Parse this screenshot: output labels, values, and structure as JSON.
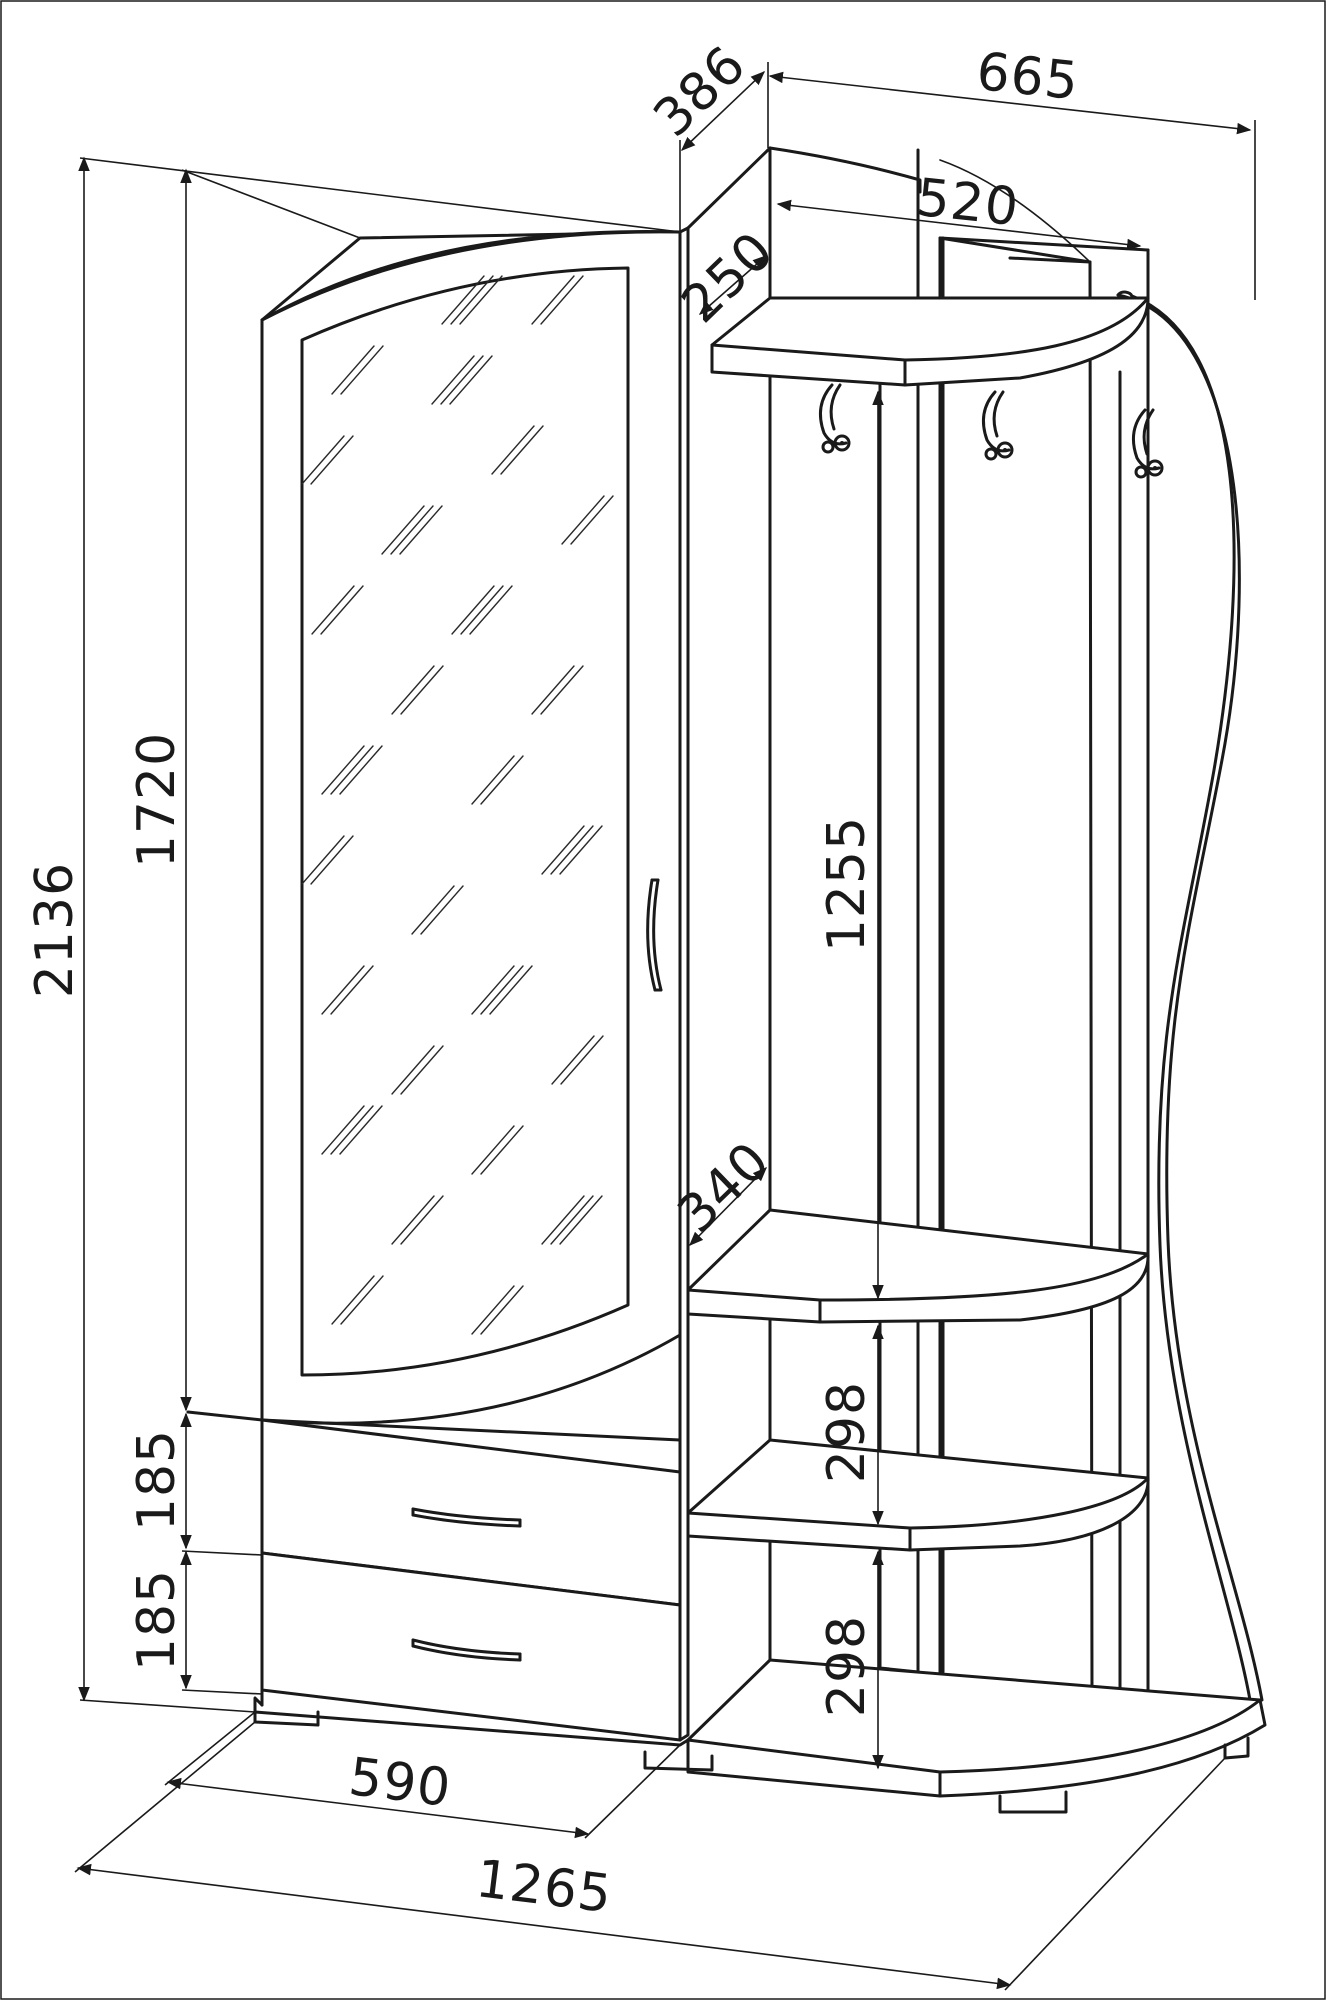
{
  "dimensions": {
    "total_height": "2136",
    "cabinet_height": "1720",
    "drawer_upper": "185",
    "drawer_lower": "185",
    "cabinet_width": "590",
    "total_width": "1265",
    "cabinet_depth": "386",
    "rack_width": "665",
    "shelf_width": "520",
    "shelf_depth_top": "250",
    "shelf_depth_lower": "340",
    "hanger_height": "1255",
    "shelf_gap_upper": "298",
    "shelf_gap_lower": "298"
  },
  "colors": {
    "line": "#1a1a1a",
    "background": "#ffffff"
  },
  "icons": {
    "hook": "coat-hook-icon",
    "handle": "door-handle-icon"
  }
}
